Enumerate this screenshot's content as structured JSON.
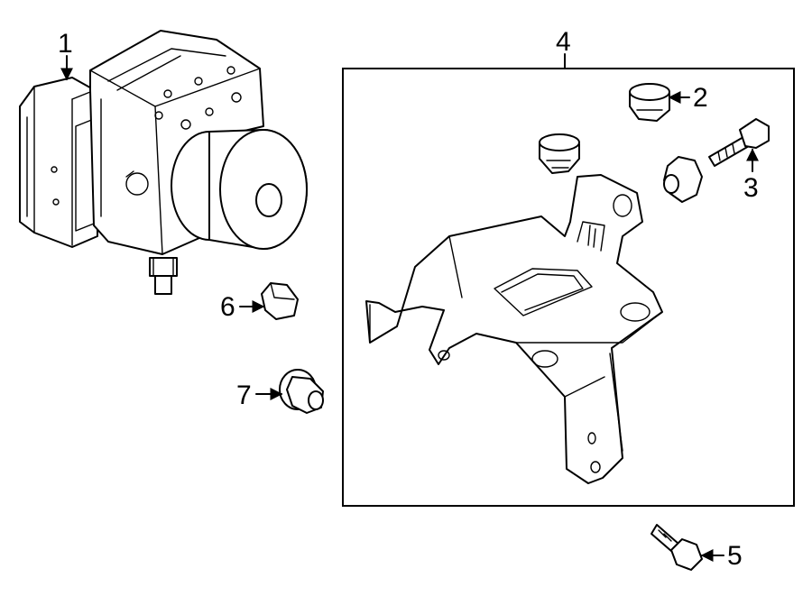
{
  "diagram": {
    "callouts": {
      "abs_unit": "1",
      "nut_top": "2",
      "bolt_right": "3",
      "bracket": "4",
      "bolt_bottom": "5",
      "grommet": "6",
      "nut_left": "7"
    }
  }
}
